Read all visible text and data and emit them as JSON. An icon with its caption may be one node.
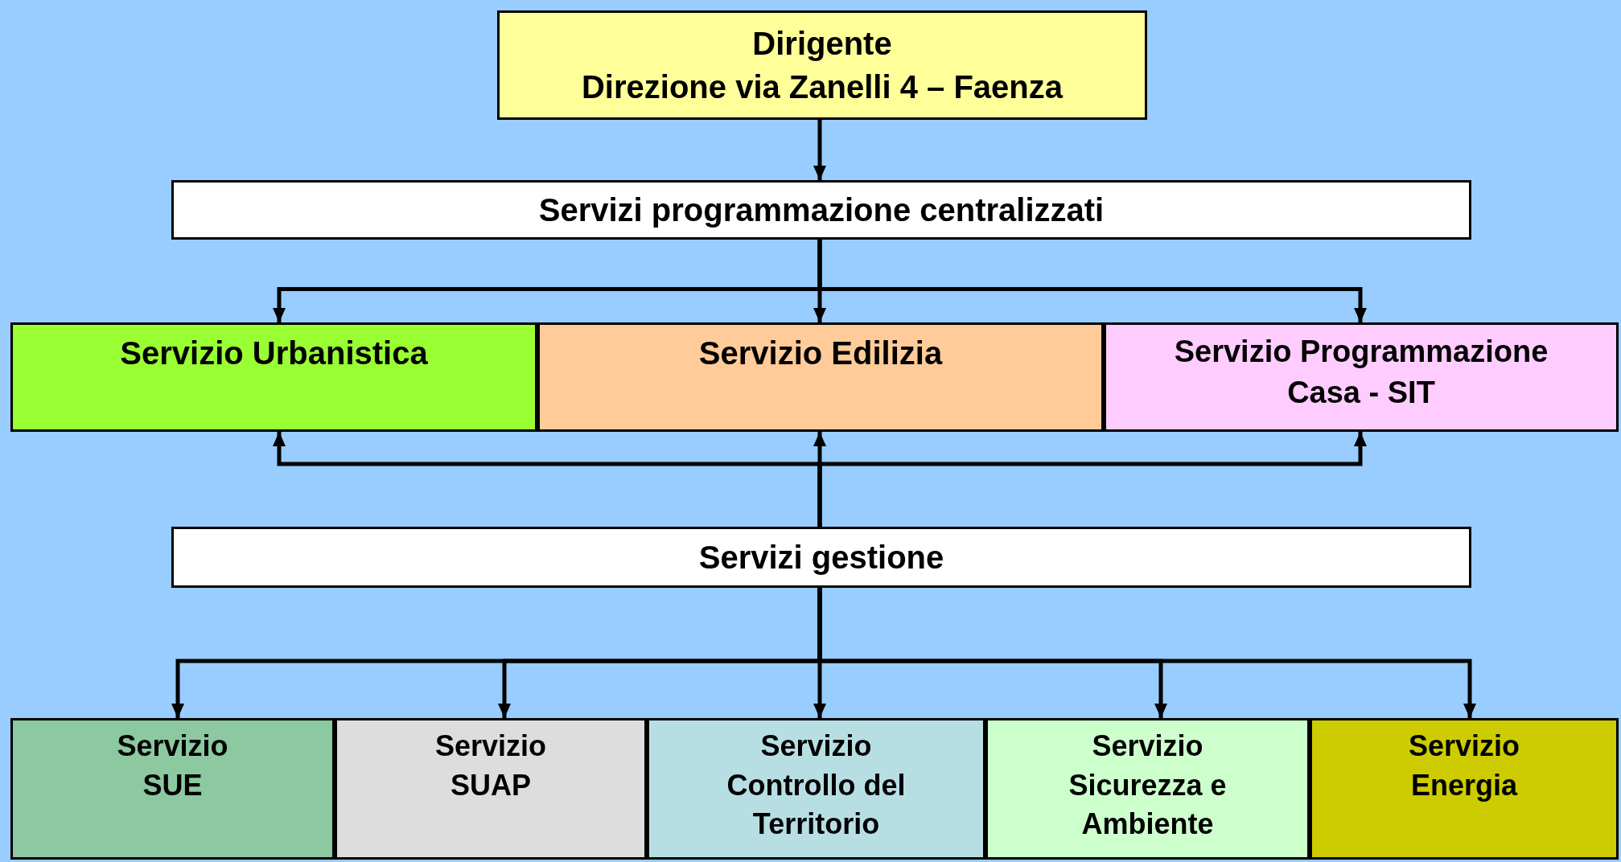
{
  "diagram": {
    "nodes": [
      {
        "text": [
          "Dirigente",
          "Direzione via Zanelli 4 – Faenza"
        ]
      },
      {
        "text": [
          "Servizi programmazione centralizzati"
        ]
      },
      {
        "text": [
          "Servizio Urbanistica"
        ]
      },
      {
        "text": [
          "Servizio Edilizia"
        ]
      },
      {
        "text": [
          "Servizio Programmazione Casa - SIT"
        ]
      },
      {
        "text": [
          "Servizi gestione"
        ]
      },
      {
        "text": [
          "Servizio SUE"
        ]
      },
      {
        "text": [
          "Servizio SUAP"
        ]
      },
      {
        "text": [
          "Servizio Controllo del Territorio"
        ]
      },
      {
        "text": [
          "Servizio Sicurezza e Ambiente"
        ]
      },
      {
        "text": [
          "Servizio Energia"
        ]
      }
    ],
    "edges": [
      {
        "from": 0,
        "to": 1,
        "arrow": "to"
      },
      {
        "from": 1,
        "to": 2,
        "arrow": "to"
      },
      {
        "from": 1,
        "to": 3,
        "arrow": "to"
      },
      {
        "from": 1,
        "to": 4,
        "arrow": "to"
      },
      {
        "from": 5,
        "to": 2,
        "arrow": "to"
      },
      {
        "from": 5,
        "to": 3,
        "arrow": "to"
      },
      {
        "from": 5,
        "to": 4,
        "arrow": "to"
      },
      {
        "from": 5,
        "to": 6,
        "arrow": "to"
      },
      {
        "from": 5,
        "to": 7,
        "arrow": "to"
      },
      {
        "from": 5,
        "to": 8,
        "arrow": "to"
      },
      {
        "from": 5,
        "to": 9,
        "arrow": "to"
      },
      {
        "from": 5,
        "to": 10,
        "arrow": "to"
      }
    ]
  }
}
